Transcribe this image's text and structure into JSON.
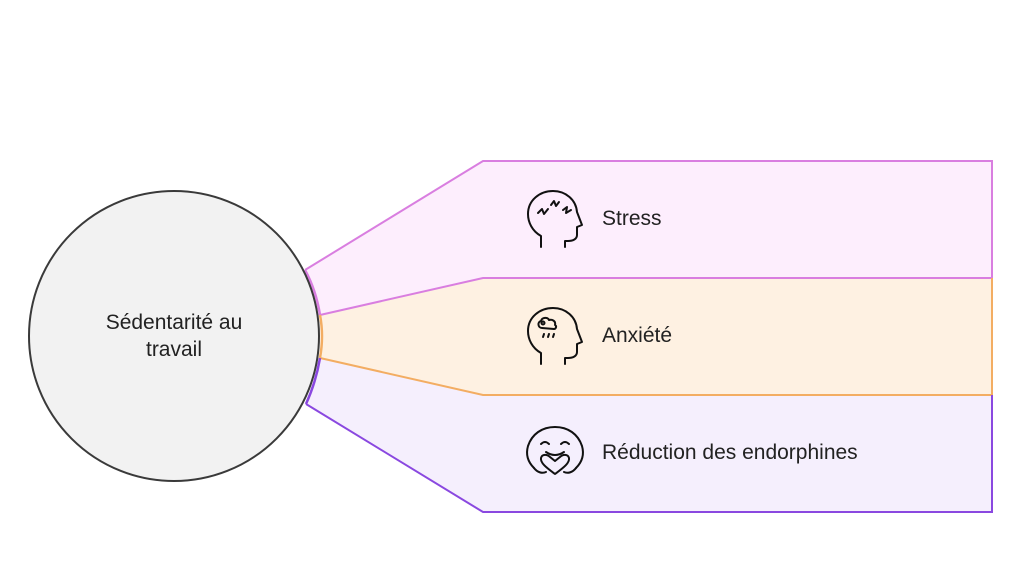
{
  "center": {
    "label_line1": "Sédentarité au",
    "label_line2": "travail"
  },
  "branches": [
    {
      "label": "Stress",
      "icon": "stressed-head-icon",
      "fill": "#fdeefd",
      "stroke": "#d97ee0"
    },
    {
      "label": "Anxiété",
      "icon": "anxious-head-icon",
      "fill": "#fef1e2",
      "stroke": "#f3ad62"
    },
    {
      "label": "Réduction des endorphines",
      "icon": "hugging-face-icon",
      "fill": "#f5effd",
      "stroke": "#8a48e0"
    }
  ],
  "colors": {
    "circle_fill": "#f2f2f2",
    "circle_stroke": "#3a3a3a"
  }
}
